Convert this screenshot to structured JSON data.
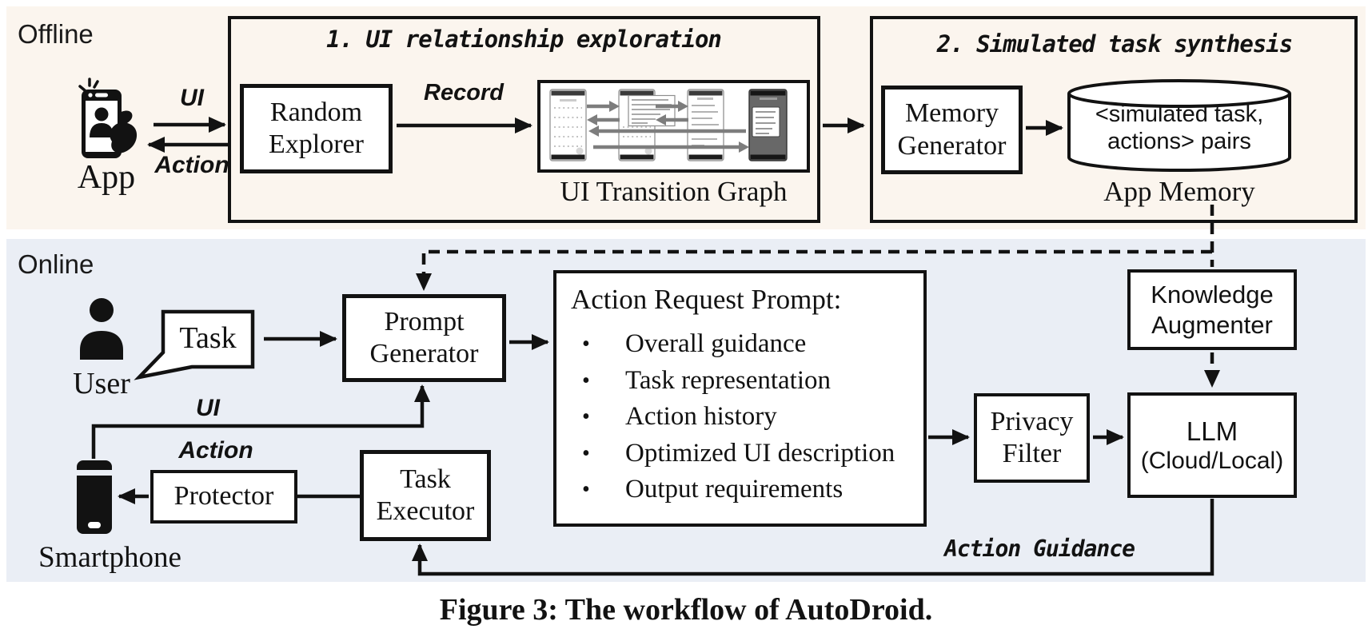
{
  "caption": "Figure 3: The workflow of AutoDroid.",
  "colors": {
    "offline_bg": "#FBF5EE",
    "online_bg": "#EAEEF5",
    "ink": "#121212",
    "utg_arrow_gray": "#7D7D7D"
  },
  "offline": {
    "section_label": "Offline",
    "app_label": "App",
    "ui_arrow_label": "UI",
    "action_arrow_label": "Action",
    "exploration": {
      "title": "1. UI relationship exploration",
      "random_explorer_label": "Random Explorer",
      "record_arrow_label": "Record",
      "utg_caption": "UI Transition Graph"
    },
    "synthesis": {
      "title": "2. Simulated task synthesis",
      "memory_generator_label": "Memory Generator",
      "pairs_store_label": "<simulated task, actions> pairs",
      "store_caption": "App Memory"
    }
  },
  "online": {
    "section_label": "Online",
    "user_label": "User",
    "task_bubble_label": "Task",
    "prompt_generator_label": "Prompt Generator",
    "action_request_prompt": {
      "title": "Action Request Prompt:",
      "bullet": "•",
      "items": [
        "Overall guidance",
        "Task representation",
        "Action history",
        "Optimized UI description",
        "Output requirements"
      ]
    },
    "privacy_filter_label": "Privacy Filter",
    "llm": {
      "name": "LLM",
      "variant": "(Cloud/Local)"
    },
    "knowledge_augmenter_label": "Knowledge Augmenter",
    "task_executor_label": "Task Executor",
    "protector_label": "Protector",
    "smartphone_label": "Smartphone",
    "ui_arrow_label": "UI",
    "action_arrow_label": "Action",
    "action_guidance_label": "Action Guidance"
  }
}
